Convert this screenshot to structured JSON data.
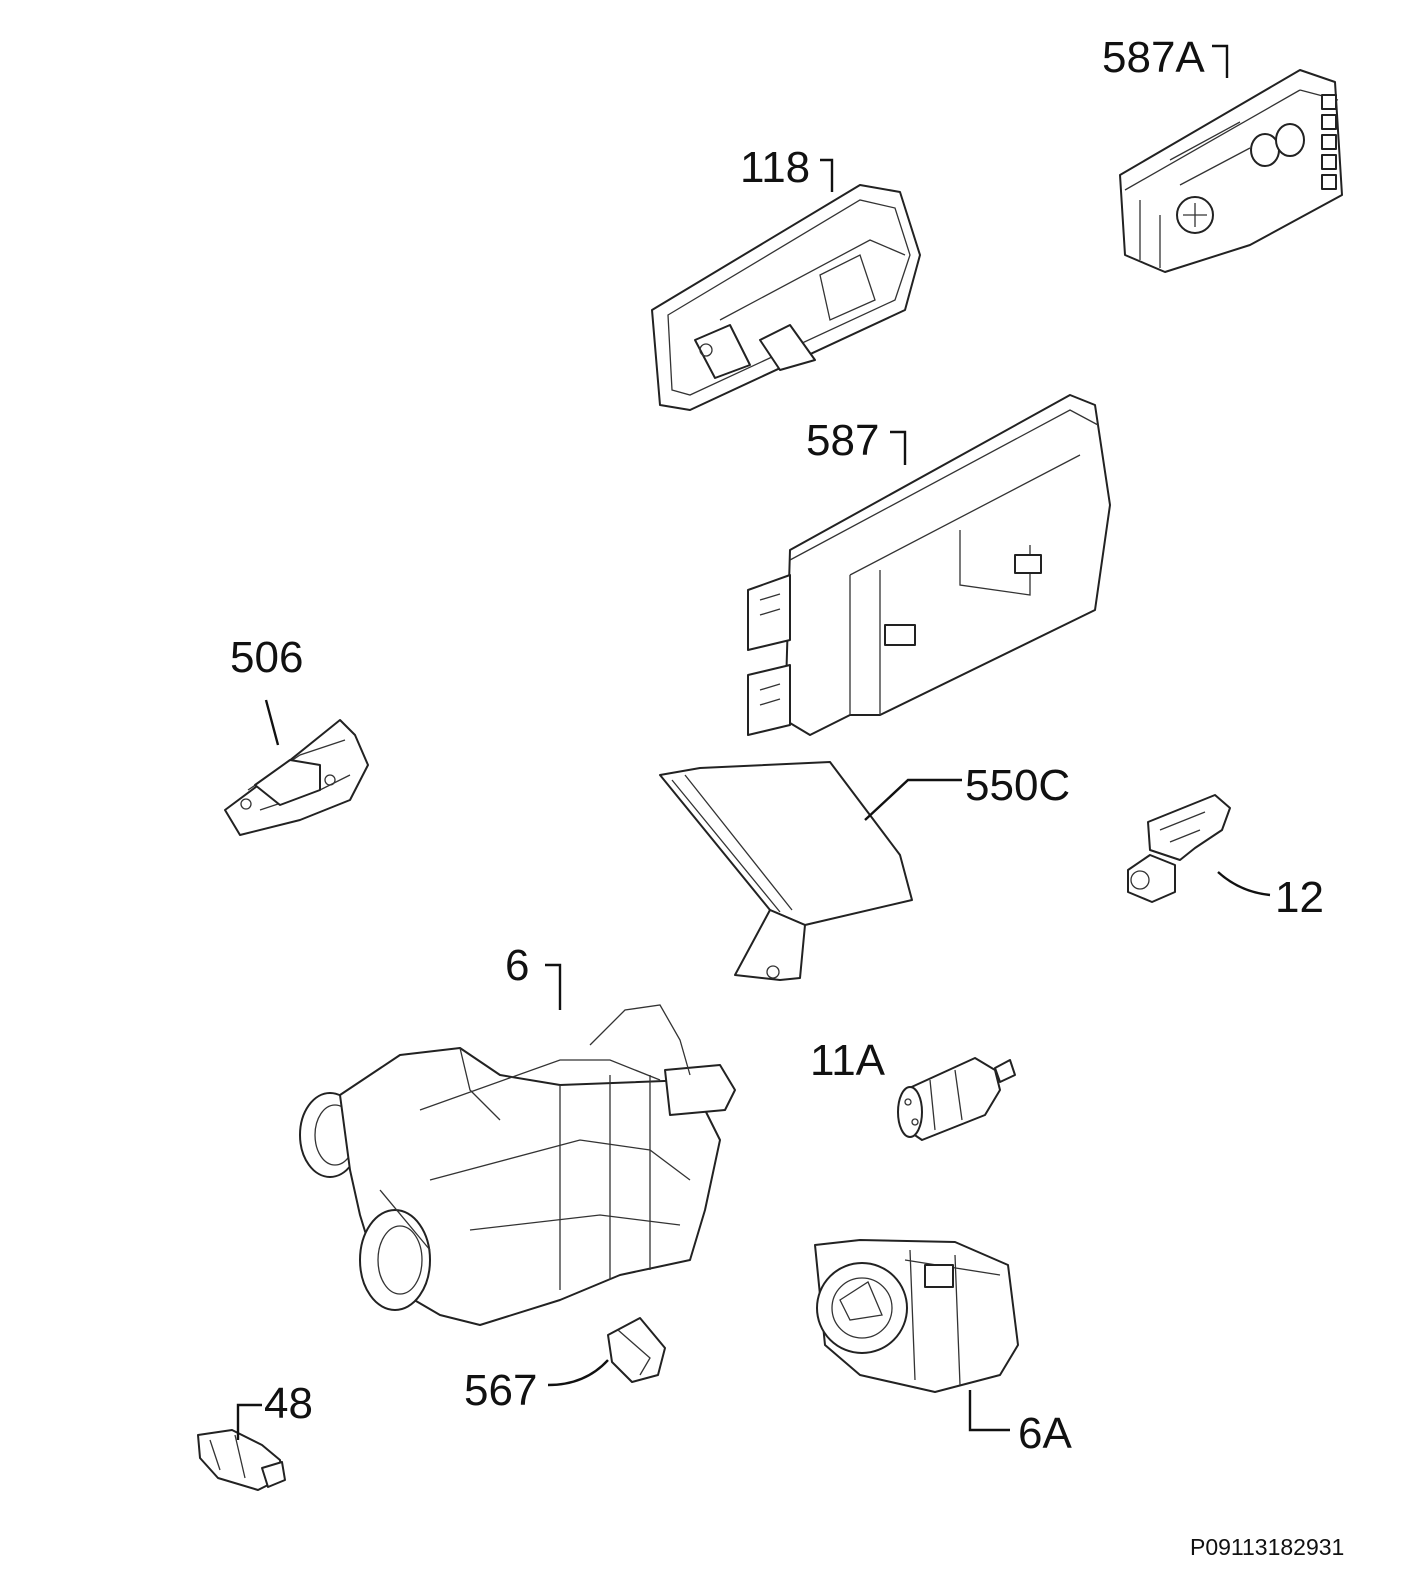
{
  "parts": [
    {
      "id": "587A",
      "label": "587A"
    },
    {
      "id": "118",
      "label": "118"
    },
    {
      "id": "587",
      "label": "587"
    },
    {
      "id": "506",
      "label": "506"
    },
    {
      "id": "550C",
      "label": "550C"
    },
    {
      "id": "12",
      "label": "12"
    },
    {
      "id": "6",
      "label": "6"
    },
    {
      "id": "11A",
      "label": "11A"
    },
    {
      "id": "6A",
      "label": "6A"
    },
    {
      "id": "567",
      "label": "567"
    },
    {
      "id": "48",
      "label": "48"
    }
  ],
  "drawing_code": "P09113182931"
}
